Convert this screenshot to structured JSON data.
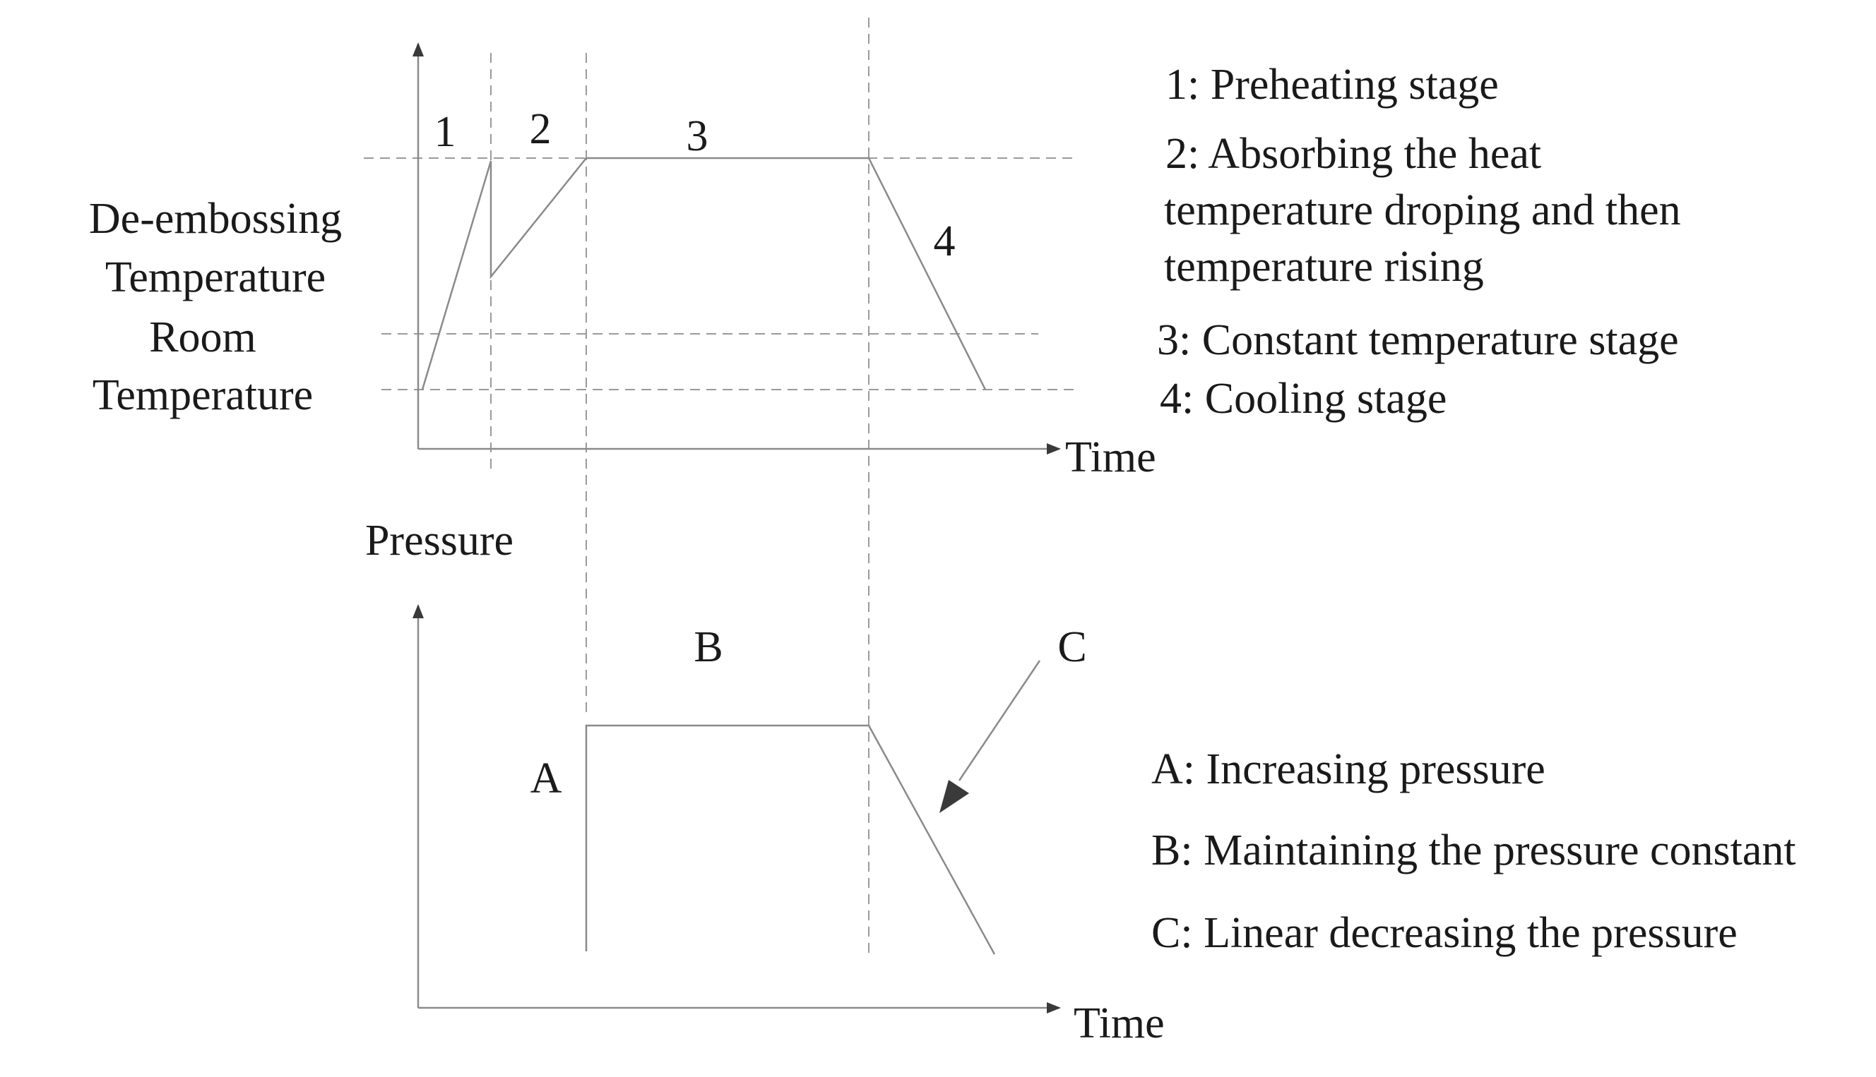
{
  "temperature_chart": {
    "y_label_line1": "De-embossing",
    "y_label_line2": "Temperature",
    "y_label_line3": "Room",
    "y_label_line4": "Temperature",
    "x_label": "Time",
    "stage_labels": [
      "1",
      "2",
      "3",
      "4"
    ]
  },
  "pressure_chart": {
    "y_label": "Pressure",
    "x_label": "Time",
    "segment_labels": [
      "A",
      "B",
      "C"
    ]
  },
  "temperature_legend": [
    "1: Preheating stage",
    "2: Absorbing the heat",
    "temperature droping and then",
    "temperature rising",
    "3: Constant temperature stage",
    "4: Cooling stage"
  ],
  "pressure_legend": [
    "A: Increasing pressure",
    "B: Maintaining the pressure constant",
    "C: Linear decreasing the pressure"
  ],
  "colors": {
    "line": "#8a8a8a",
    "dashed": "#9a9a9a",
    "axis": "#8a8a8a",
    "text": "#1a1a1a",
    "arrow": "#3a3a3a"
  }
}
